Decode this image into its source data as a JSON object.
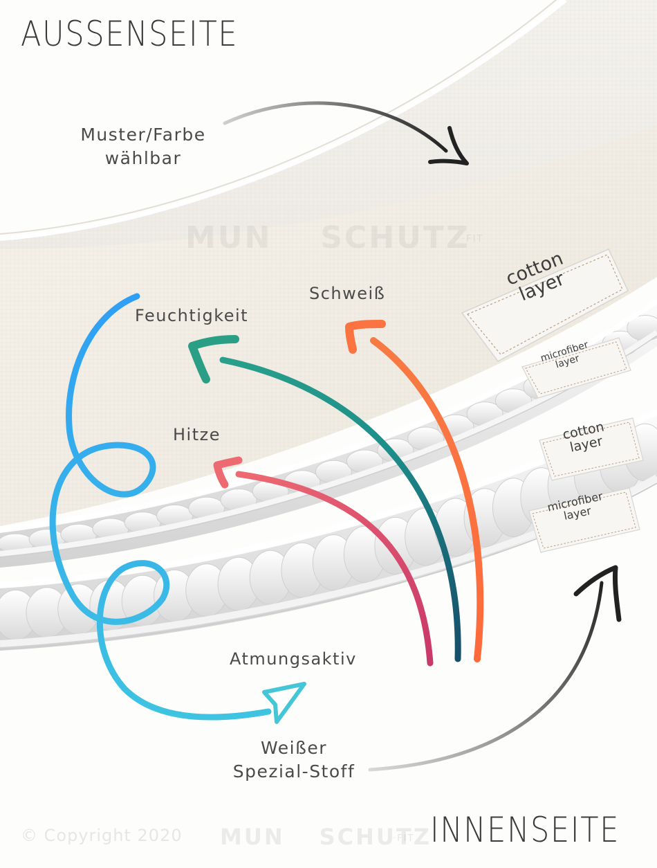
{
  "headings": {
    "outside": "AUSSENSEITE",
    "inside": "INNENSEITE"
  },
  "labels": {
    "pattern": [
      "Muster/Farbe",
      "wählbar"
    ],
    "sweat": "Schweiß",
    "moisture": "Feuchtigkeit",
    "heat": "Hitze",
    "breathable": "Atmungsaktiv",
    "special_fabric": [
      "Weißer",
      "Spezial-Stoff"
    ]
  },
  "tags": {
    "cotton_top": [
      "cotton",
      "layer"
    ],
    "microfiber_top": [
      "microfiber",
      "layer"
    ],
    "cotton_bottom": [
      "cotton",
      "layer"
    ],
    "microfiber_bottom": [
      "microfiber",
      "layer"
    ]
  },
  "watermark": {
    "left": "MUN",
    "right": "SCHUTZ",
    "suffix": "·FIT"
  },
  "copyright": "© Copyright 2020",
  "colors": {
    "blue": "#2ba3f2",
    "teal": "#1d8f8a",
    "orange": "#fa7340",
    "pink": "#e0546f",
    "dark": "#2a2a2a",
    "fabric": "#f1ede5"
  }
}
